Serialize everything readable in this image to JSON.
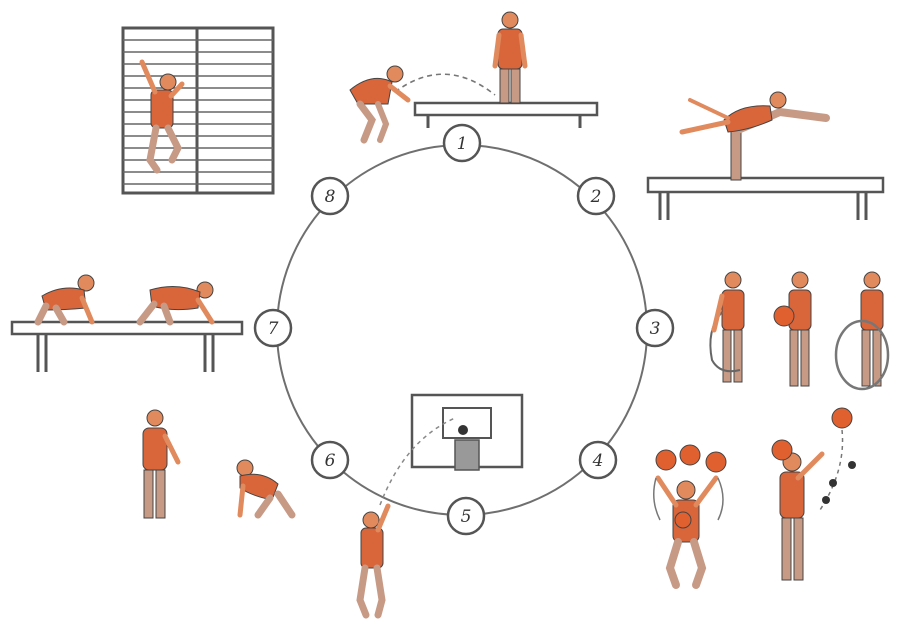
{
  "diagram": {
    "type": "circuit-training-stations",
    "circle": {
      "stroke": "#6f6f6f"
    },
    "stations": [
      {
        "label": "1"
      },
      {
        "label": "2"
      },
      {
        "label": "3"
      },
      {
        "label": "4"
      },
      {
        "label": "5"
      },
      {
        "label": "6"
      },
      {
        "label": "7"
      },
      {
        "label": "8"
      }
    ]
  },
  "colors": {
    "figure_shirt": "#d9653b",
    "figure_skin": "#e08a5e",
    "figure_pants": "#c79a86",
    "ball": "#e0602f",
    "equipment_line": "#555555",
    "background": "#ffffff"
  },
  "illustrations": [
    "wall-bars-climber",
    "jump-onto-bench",
    "bench-balance-scale",
    "skipping-rope-ball-hoop",
    "two-ball-juggling",
    "basketball-throw",
    "squat-push-up",
    "bench-crawl"
  ]
}
